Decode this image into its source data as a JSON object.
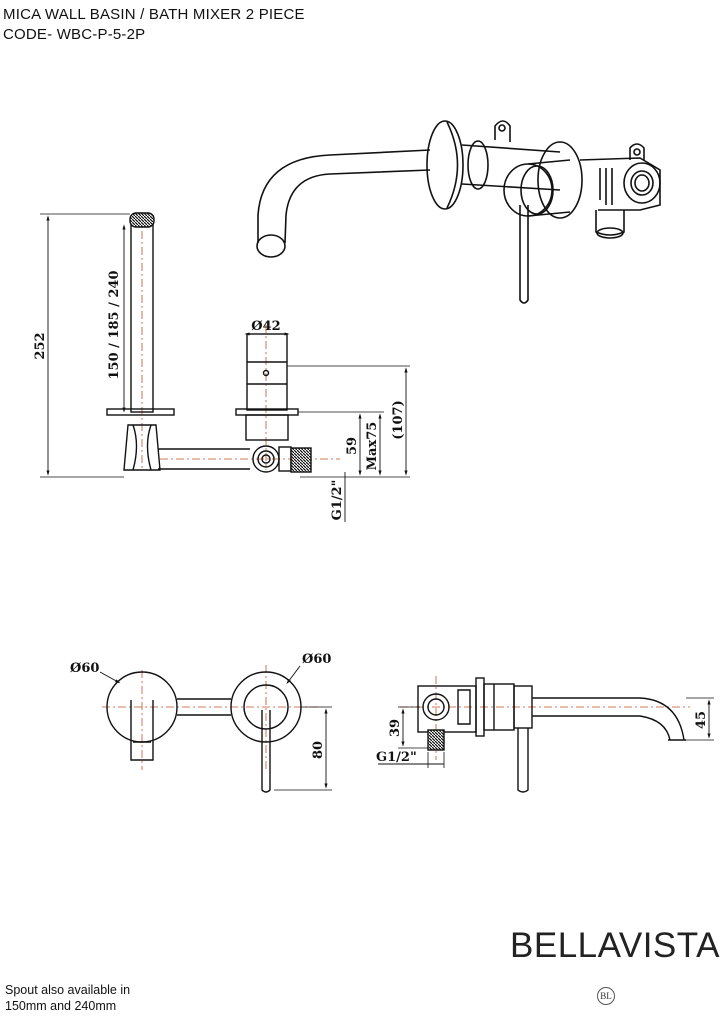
{
  "title": {
    "line1": "MICA WALL BASIN / BATH MIXER 2 PIECE",
    "line2": "CODE- WBC-P-5-2P"
  },
  "dimensions": {
    "overall_height": "252",
    "spout_lengths": "150 / 185 / 240",
    "diameter_handle": "Ø42",
    "depth_total": "(107)",
    "depth_59": "59",
    "depth_max": "Max75",
    "thread_side": "G1/2\"",
    "plate_left": "Ø60",
    "plate_right": "Ø60",
    "height_80": "80",
    "height_39": "39",
    "thread_plan": "G1/2\"",
    "height_45": "45"
  },
  "footer": {
    "note_line1": "Spout also available in",
    "note_line2": "150mm and 240mm",
    "brand": "BELLAVISTA",
    "trademark": "BL"
  },
  "colors": {
    "line": "#111111",
    "centerline": "#c0522a"
  }
}
